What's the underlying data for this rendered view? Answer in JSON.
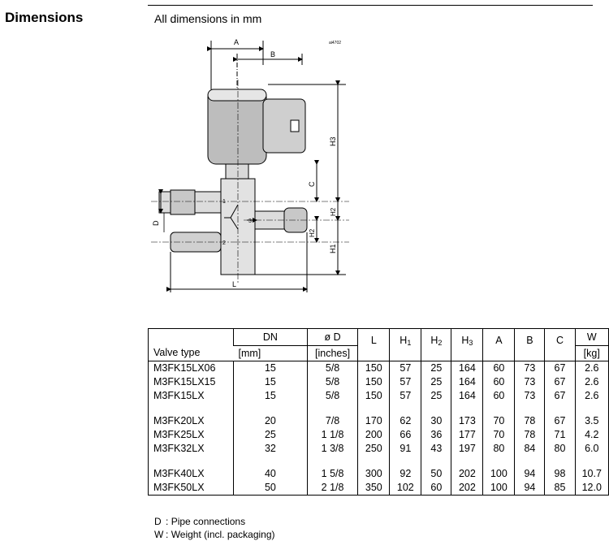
{
  "section_title": "Dimensions",
  "subtitle": "All dimensions in mm",
  "drawing": {
    "ref_code": "ai4702",
    "labels": {
      "A": "A",
      "B": "B",
      "C": "C",
      "D": "D",
      "L": "L",
      "H1": "H1",
      "H2": "H2",
      "H3": "H3",
      "port1": "1",
      "port2": "2",
      "port3": "3"
    }
  },
  "table": {
    "headers": {
      "valve_type": "Valve type",
      "dn": "DN",
      "dn_unit": "[mm]",
      "od": "ø D",
      "od_unit": "[inches]",
      "l": "L",
      "h1": "H",
      "h1_sub": "1",
      "h2": "H",
      "h2_sub": "2",
      "h3": "H",
      "h3_sub": "3",
      "a": "A",
      "b": "B",
      "c": "C",
      "w": "W",
      "w_unit": "[kg]"
    },
    "groups": [
      [
        {
          "type": "M3FK15LX06",
          "dn": "15",
          "od": "5/8",
          "l": "150",
          "h1": "57",
          "h2": "25",
          "h3": "164",
          "a": "60",
          "b": "73",
          "c": "67",
          "w": "2.6"
        },
        {
          "type": "M3FK15LX15",
          "dn": "15",
          "od": "5/8",
          "l": "150",
          "h1": "57",
          "h2": "25",
          "h3": "164",
          "a": "60",
          "b": "73",
          "c": "67",
          "w": "2.6"
        },
        {
          "type": "M3FK15LX",
          "dn": "15",
          "od": "5/8",
          "l": "150",
          "h1": "57",
          "h2": "25",
          "h3": "164",
          "a": "60",
          "b": "73",
          "c": "67",
          "w": "2.6"
        }
      ],
      [
        {
          "type": "M3FK20LX",
          "dn": "20",
          "od": "7/8",
          "l": "170",
          "h1": "62",
          "h2": "30",
          "h3": "173",
          "a": "70",
          "b": "78",
          "c": "67",
          "w": "3.5"
        },
        {
          "type": "M3FK25LX",
          "dn": "25",
          "od": "1 1/8",
          "l": "200",
          "h1": "66",
          "h2": "36",
          "h3": "177",
          "a": "70",
          "b": "78",
          "c": "71",
          "w": "4.2"
        },
        {
          "type": "M3FK32LX",
          "dn": "32",
          "od": "1 3/8",
          "l": "250",
          "h1": "91",
          "h2": "43",
          "h3": "197",
          "a": "80",
          "b": "84",
          "c": "80",
          "w": "6.0"
        }
      ],
      [
        {
          "type": "M3FK40LX",
          "dn": "40",
          "od": "1 5/8",
          "l": "300",
          "h1": "92",
          "h2": "50",
          "h3": "202",
          "a": "100",
          "b": "94",
          "c": "98",
          "w": "10.7"
        },
        {
          "type": "M3FK50LX",
          "dn": "50",
          "od": "2 1/8",
          "l": "350",
          "h1": "102",
          "h2": "60",
          "h3": "202",
          "a": "100",
          "b": "94",
          "c": "85",
          "w": "12.0"
        }
      ]
    ]
  },
  "legend": [
    {
      "key": "D",
      "sep": ":",
      "text": "Pipe connections"
    },
    {
      "key": "W",
      "sep": ":",
      "text": "Weight (incl. packaging)"
    }
  ]
}
